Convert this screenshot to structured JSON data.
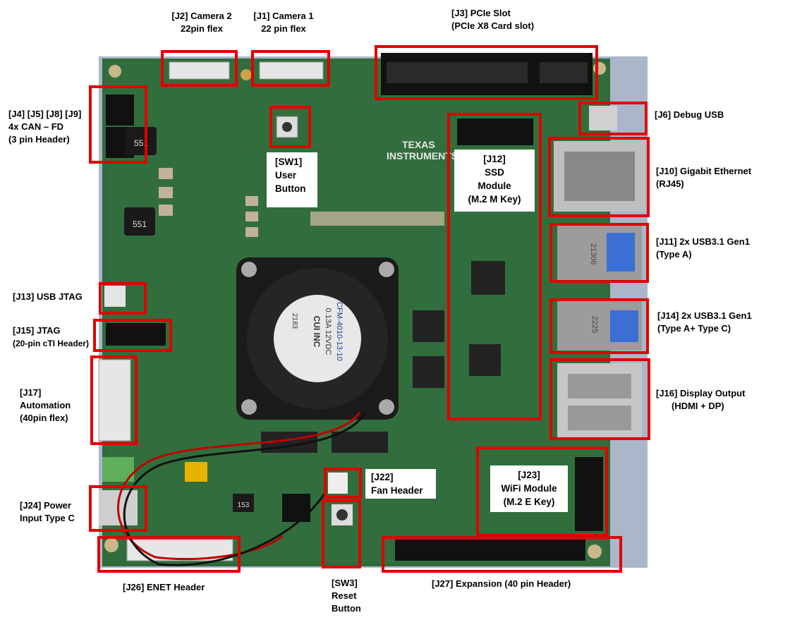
{
  "labels": {
    "j2_line1": "[J2] Camera 2",
    "j2_line2": "22pin flex",
    "j1_line1": "[J1] Camera 1",
    "j1_line2": "22 pin flex",
    "j3_line1": "[J3] PCIe Slot",
    "j3_line2": "(PCIe X8 Card slot)",
    "can_line1": "[J4] [J5] [J8] [J9]",
    "can_line2": "4x CAN – FD",
    "can_line3": "(3 pin Header)",
    "sw1_line1": "[SW1]",
    "sw1_line2": "User",
    "sw1_line3": "Button",
    "j12_line1": "[J12]",
    "j12_line2": "SSD",
    "j12_line3": "Module",
    "j12_line4": "(M.2 M Key)",
    "j6": "[J6] Debug USB",
    "j10_line1": "[J10] Gigabit Ethernet",
    "j10_line2": "(RJ45)",
    "j11_line1": "[J11] 2x USB3.1 Gen1",
    "j11_line2": "(Type A)",
    "j13": "[J13] USB JTAG",
    "j15_line1": "[J15] JTAG",
    "j15_line2": "(20-pin cTI Header)",
    "j14_line1": "[J14] 2x USB3.1 Gen1",
    "j14_line2": "(Type A+ Type C)",
    "j17_line1": "[J17]",
    "j17_line2": "Automation",
    "j17_line3": "(40pin flex)",
    "j16_line1": "[J16] Display Output",
    "j16_line2": "(HDMI + DP)",
    "j22_line1": "[J22]",
    "j22_line2": "Fan Header",
    "j23_line1": "[J23]",
    "j23_line2": "WiFi Module",
    "j23_line3": "(M.2 E Key)",
    "j24_line1": "[J24] Power",
    "j24_line2": "Input Type C",
    "j26": "[J26] ENET Header",
    "sw3_line1": "[SW3]",
    "sw3_line2": "Reset",
    "sw3_line3": "Button",
    "j27": "[J27] Expansion (40 pin Header)"
  },
  "board_text": {
    "ti_logo_line1": "TEXAS",
    "ti_logo_line2": "INSTRUMENTS",
    "fan_brand": "CUI INC",
    "fan_model": "CFM-4010-13-10",
    "fan_rating": "0.13A  12VDC",
    "fan_code": "2183",
    "inductor_1": "551",
    "inductor_2": "551",
    "inductor_3": "153",
    "usb_code_1": "21306",
    "usb_code_2": "2225"
  },
  "colors": {
    "annotation_red": "#e00000",
    "pcb_green": "#2f6b3a",
    "background_blue": "#a9b7c9"
  }
}
